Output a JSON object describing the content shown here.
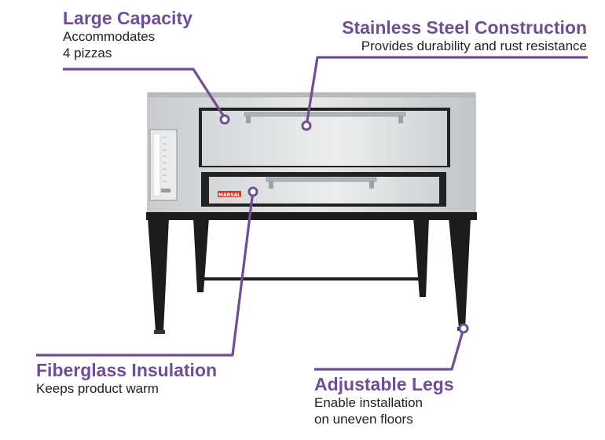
{
  "callouts": {
    "capacity": {
      "title": "Large Capacity",
      "desc": [
        "Accommodates",
        "4 pizzas"
      ]
    },
    "steel": {
      "title": "Stainless Steel Construction",
      "desc": [
        "Provides durability and rust resistance"
      ]
    },
    "insulation": {
      "title": "Fiberglass Insulation",
      "desc": [
        "Keeps product warm"
      ]
    },
    "legs": {
      "title": "Adjustable Legs",
      "desc": [
        "Enable installation",
        "on uneven floors"
      ]
    }
  },
  "brand_badge": "MARSAL",
  "colors": {
    "accent": "#6f4f93",
    "steel": "#cfd2d4",
    "legs": "#1c1c1c"
  }
}
